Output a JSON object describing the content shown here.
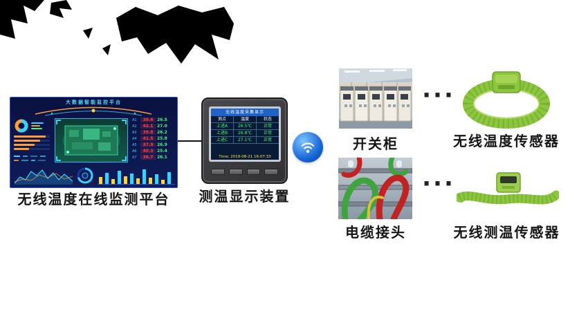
{
  "colors": {
    "sensor_green": "#8cc63e",
    "dashboard_navy": "#0b1342",
    "accent_cyan": "#35d3ff",
    "accent_orange": "#ff9d3a",
    "alarm_red": "#ff4040",
    "ok_green": "#3dff6e",
    "wifi_blue": "#1565d8"
  },
  "dashboard": {
    "label": "无线温度在线监测平台",
    "title": "大数据智能监控平台",
    "rows": [
      {
        "ch": "A1",
        "v1": "38.6",
        "v2": "26.5"
      },
      {
        "ch": "A2",
        "v1": "42.1",
        "v2": "27.0"
      },
      {
        "ch": "A3",
        "v1": "39.8",
        "v2": "26.2"
      },
      {
        "ch": "A4",
        "v1": "41.5",
        "v2": "25.8"
      },
      {
        "ch": "A5",
        "v1": "37.9",
        "v2": "26.9"
      },
      {
        "ch": "A6",
        "v1": "40.3",
        "v2": "25.4"
      },
      {
        "ch": "A7",
        "v1": "36.7",
        "v2": "26.1"
      }
    ]
  },
  "device": {
    "label": "测温显示装置",
    "screen": {
      "title": "无线温度采集显示",
      "header": {
        "c1": "测点",
        "c2": "温度",
        "c3": "状态"
      },
      "rows": [
        {
          "c1": "上进A",
          "c2": "26.5℃",
          "c3": "正常"
        },
        {
          "c1": "上进B",
          "c2": "26.8℃",
          "c3": "正常"
        },
        {
          "c1": "上进C",
          "c2": "27.1℃",
          "c3": "正常"
        }
      ],
      "footer": "Time: 2019-08-21 16:07:33"
    }
  },
  "wifi": {
    "icon": "wifi-icon"
  },
  "top_group": {
    "photo_label": "开关柜",
    "ellipsis": "···",
    "sensor_label": "无线温度传感器"
  },
  "bottom_group": {
    "photo_label": "电缆接头",
    "ellipsis": "···",
    "sensor_label": "无线测温传感器"
  }
}
